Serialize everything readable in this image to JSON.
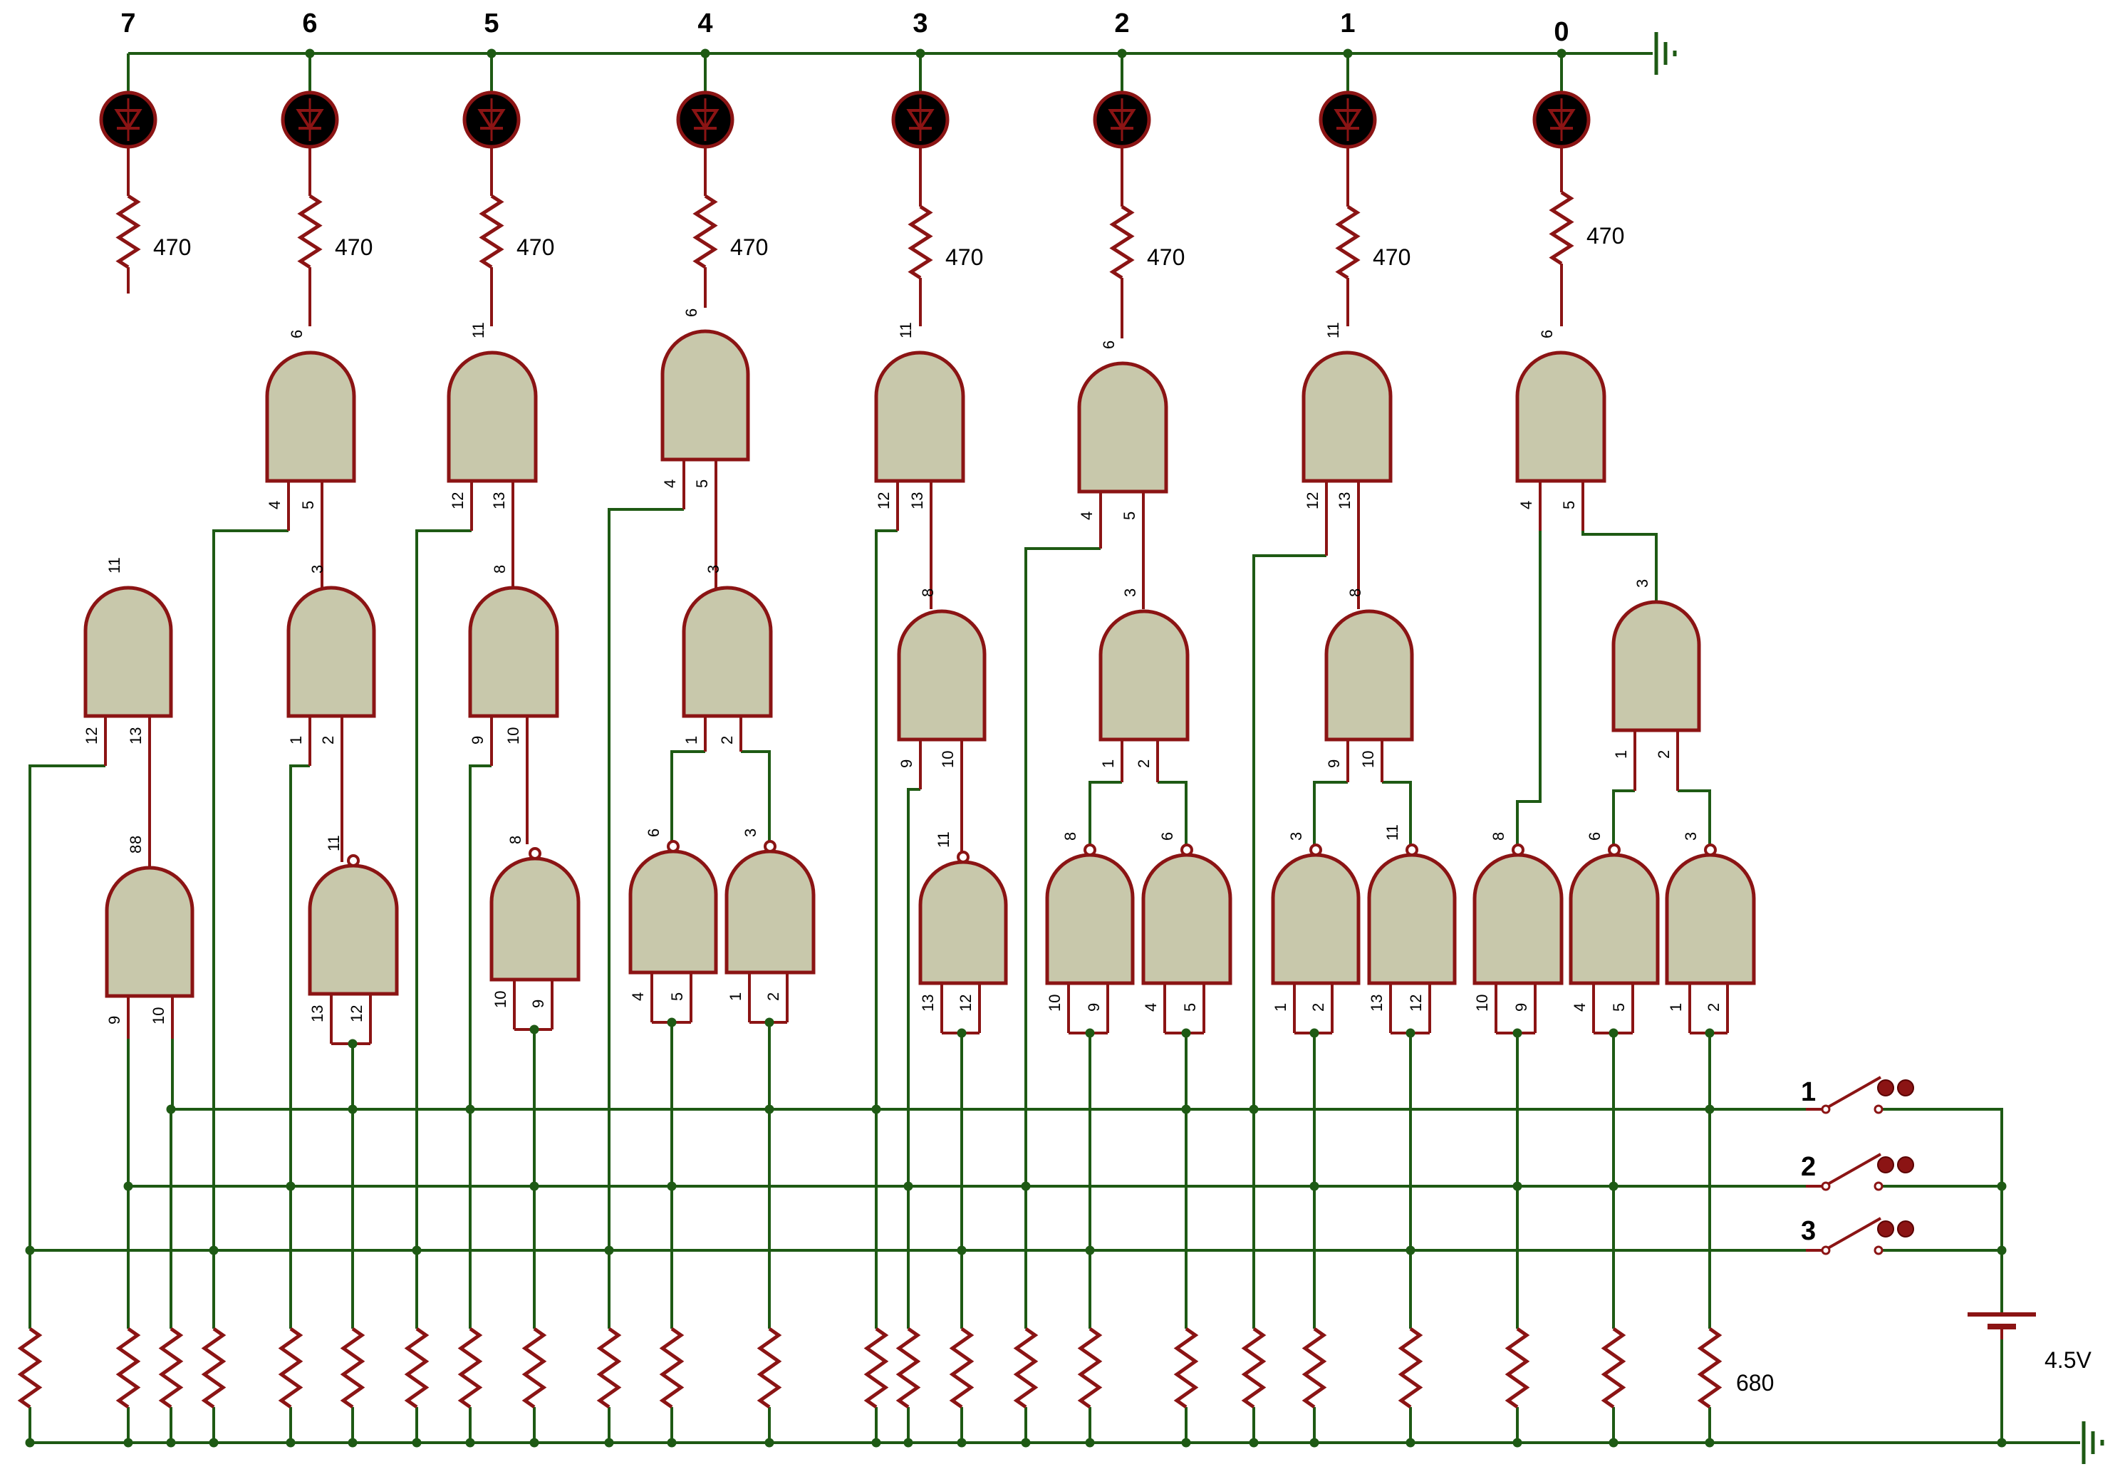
{
  "colors": {
    "wire": "#1e5a14",
    "component": "#8b1414",
    "gate_fill": "#c8c8ab",
    "led_fill": "#000000",
    "junction": "#1e5a14",
    "background": "#ffffff"
  },
  "bit_labels": [
    "7",
    "6",
    "5",
    "4",
    "3",
    "2",
    "1",
    "0"
  ],
  "led_resistor_labels": [
    "470",
    "470",
    "470",
    "470",
    "470",
    "470",
    "470",
    "470"
  ],
  "pull_down_label": "680",
  "battery_label": "4.5V",
  "switches": [
    {
      "label": "1"
    },
    {
      "label": "2"
    },
    {
      "label": "3"
    }
  ],
  "gate_pins": {
    "bit7": {
      "top_out": "11",
      "top_a": "12",
      "top_b": "13",
      "bot_out": "8",
      "bot_a": "9",
      "bot_b": "10"
    },
    "bit6": {
      "top_out": "6",
      "top_a": "4",
      "top_b": "5",
      "mid_out": "3",
      "mid_a": "1",
      "mid_b": "2",
      "inv_out": "11",
      "inv_a": "13",
      "inv_b": "12"
    },
    "bit5": {
      "top_out": "11",
      "top_a": "12",
      "top_b": "13",
      "mid_out": "8",
      "mid_a": "9",
      "mid_b": "10",
      "inv_out": "8",
      "inv_a": "10",
      "inv_b": "9"
    },
    "bit4": {
      "top_out": "6",
      "top_a": "4",
      "top_b": "5",
      "mid_out": "3",
      "mid_a": "1",
      "mid_b": "2",
      "inv1_out": "6",
      "inv1_a": "4",
      "inv1_b": "5",
      "inv2_out": "3",
      "inv2_a": "1",
      "inv2_b": "2"
    },
    "bit3": {
      "top_out": "11",
      "top_a": "12",
      "top_b": "13",
      "mid_out": "8",
      "mid_a": "9",
      "mid_b": "10",
      "inv_out": "11",
      "inv_a": "13",
      "inv_b": "12"
    },
    "bit2": {
      "top_out": "6",
      "top_a": "4",
      "top_b": "5",
      "mid_out": "3",
      "mid_a": "1",
      "mid_b": "2",
      "inv1_out": "8",
      "inv1_a": "10",
      "inv1_b": "9",
      "inv2_out": "6",
      "inv2_a": "4",
      "inv2_b": "5"
    },
    "bit1": {
      "top_out": "11",
      "top_a": "12",
      "top_b": "13",
      "mid_out": "8",
      "mid_a": "9",
      "mid_b": "10",
      "inv1_out": "3",
      "inv1_a": "1",
      "inv1_b": "2",
      "inv2_out": "11",
      "inv2_a": "13",
      "inv2_b": "12"
    },
    "bit0": {
      "top_out": "6",
      "top_a": "4",
      "top_b": "5",
      "mid_out": "3",
      "mid_a": "1",
      "mid_b": "2",
      "inv1_out": "8",
      "inv1_a": "10",
      "inv1_b": "9",
      "inv2_out": "6",
      "inv2_a": "4",
      "inv2_b": "5",
      "inv3_out": "3",
      "inv3_a": "1",
      "inv3_b": "2"
    }
  }
}
